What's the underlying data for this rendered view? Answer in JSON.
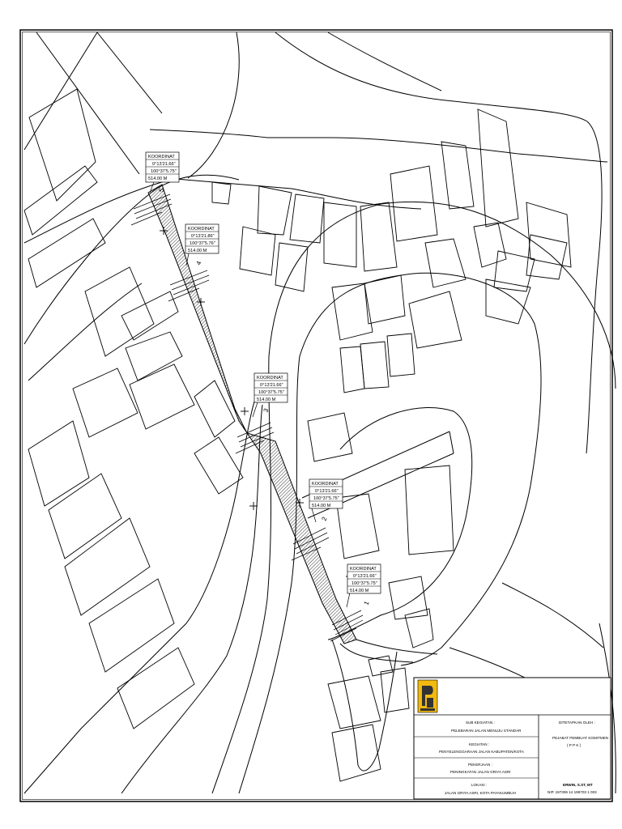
{
  "coordinate_boxes": [
    {
      "id": "5",
      "header": "KOORDINAT",
      "lat": "0°13'21.66\"",
      "lon": "100°37'5.75\"",
      "elev": "514.00 M"
    },
    {
      "id": "4",
      "header": "KOORDINAT",
      "lat": "0°13'21.86\"",
      "lon": "100°37'5.76\"",
      "elev": "514.00 M"
    },
    {
      "id": "3",
      "header": "KOORDINAT",
      "lat": "0°13'21.66\"",
      "lon": "100°37'5.75\"",
      "elev": "514.00 M"
    },
    {
      "id": "2",
      "header": "KOORDINAT",
      "lat": "0°13'21.66\"",
      "lon": "100°37'5.75\"",
      "elev": "514.00 M"
    },
    {
      "id": "1",
      "header": "KOORDINAT",
      "lat": "0°13'21.66\"",
      "lon": "100°37'5.75\"",
      "elev": "514.00 M"
    }
  ],
  "station_labels": [
    "5",
    "4",
    "3",
    "2",
    "1"
  ],
  "title_block": {
    "sub_kegiatan_label": "SUB KEGIATAN :",
    "sub_kegiatan_value": "PELEBARAN JALAN MENUJU STANDAR",
    "kegiatan_label": "KEGIATAN :",
    "kegiatan_value": "PENYELENGGARAAN JALAN KABUPATEN/KOTA",
    "pekerjaan_label": "PEKERJAAN :",
    "pekerjaan_value": "PENINGKATAN JALAN GRIYA ASRI",
    "lokasi_label": "LOKASI :",
    "lokasi_value": "JALAN GRIYA ASRI, KOTA PAYAKUMBUH",
    "ditetapkan_label": "DITETAPKAN OLEH :",
    "pejabat_line1": "PEJABAT PEMBUAT KOMITMEN",
    "pejabat_line2": "( P P K )",
    "official_name": "ERWIN, S.ST, MT",
    "official_nip": "NIP. 197306 14 199703 1 003"
  },
  "colors": {
    "line": "#000000",
    "logo_bg": "#f2b90f",
    "logo_dark": "#333333",
    "paper": "#ffffff"
  }
}
